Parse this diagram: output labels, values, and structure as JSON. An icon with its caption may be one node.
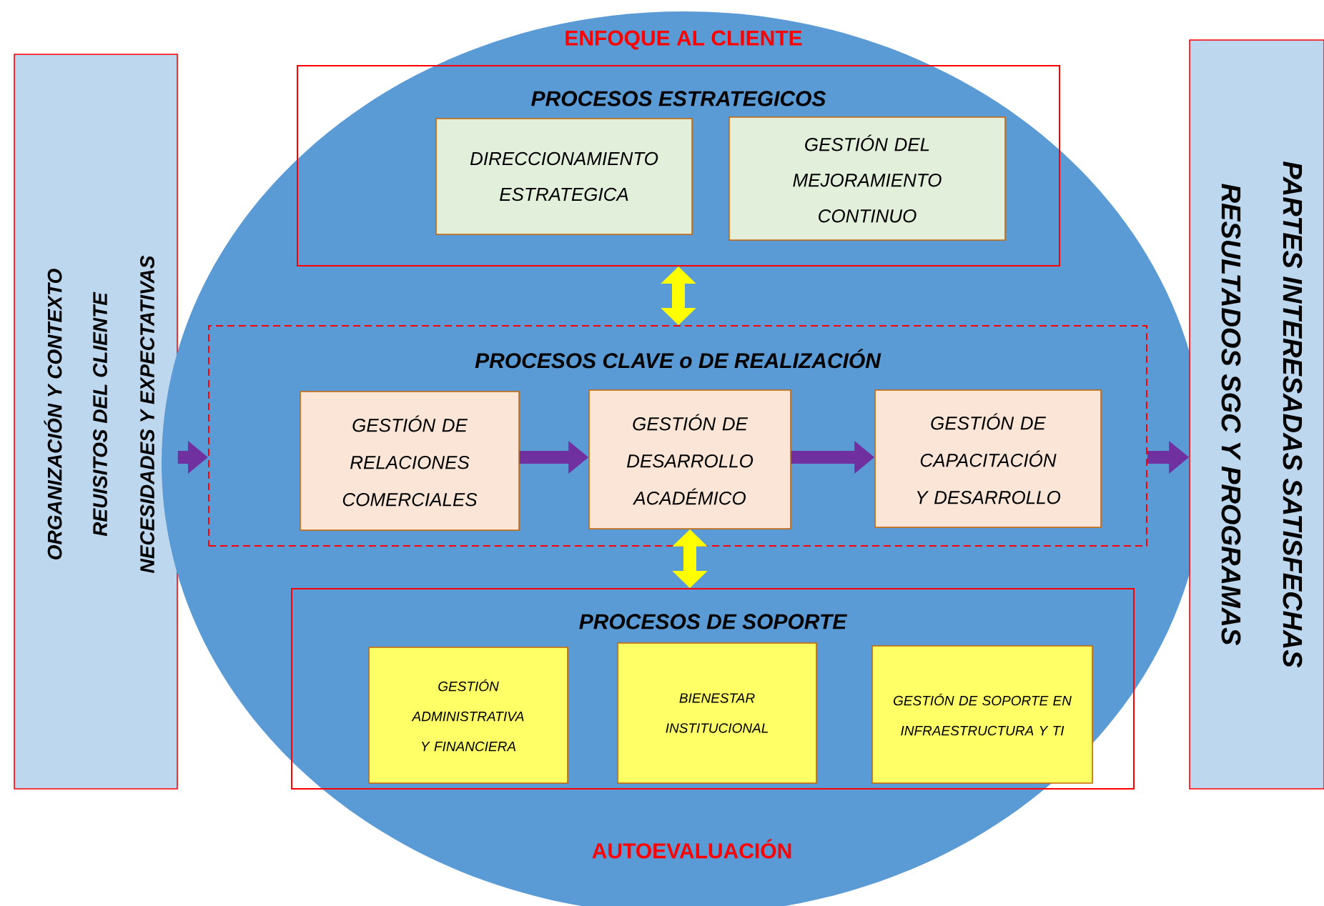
{
  "diagram": {
    "nodes": [
      {
        "text": [
          "ORGANIZACIÓN Y CONTEXTO",
          "REUISITOS DEL CLIENTE",
          "NECESIDADES Y EXPECTATIVAS"
        ]
      },
      {
        "text": [
          "ENFOQUE AL CLIENTE",
          "AUTOEVALUACIÓN"
        ]
      },
      {
        "text": [
          "PROCESOS ESTRATEGICOS"
        ],
        "in": 1
      },
      {
        "text": [
          "DIRECCIONAMIENTO ESTRATEGICA"
        ],
        "in": 2
      },
      {
        "text": [
          "GESTIÓN DEL MEJORAMIENTO CONTINUO"
        ],
        "in": 2
      },
      {
        "text": [
          "PROCESOS CLAVE o DE REALIZACIÓN"
        ],
        "in": 1
      },
      {
        "text": [
          "GESTIÓN DE RELACIONES COMERCIALES"
        ],
        "in": 5
      },
      {
        "text": [
          "GESTIÓN DE DESARROLLO ACADÉMICO"
        ],
        "in": 5
      },
      {
        "text": [
          "GESTIÓN DE CAPACITACIÓN Y DESARROLLO"
        ],
        "in": 5
      },
      {
        "text": [
          "PROCESOS DE SOPORTE"
        ],
        "in": 1
      },
      {
        "text": [
          "GESTIÓN ADMINISTRATIVA Y FINANCIERA"
        ],
        "in": 9
      },
      {
        "text": [
          "BIENESTAR INSTITUCIONAL"
        ],
        "in": 9
      },
      {
        "text": [
          "GESTIÓN DE SOPORTE EN INFRAESTRUCTURA Y TI"
        ],
        "in": 9
      },
      {
        "text": [
          "PARTES INTERESADAS SATISFECHAS",
          "RESULTADOS SGC Y PROGRAMAS"
        ]
      }
    ],
    "edges": [
      {
        "from": 0,
        "to": 5,
        "arrow": "to"
      },
      {
        "from": 2,
        "to": 5,
        "arrow": "both",
        "color": "#ffff00"
      },
      {
        "from": 6,
        "to": 7,
        "arrow": "to"
      },
      {
        "from": 7,
        "to": 8,
        "arrow": "to"
      },
      {
        "from": 7,
        "to": 9,
        "arrow": "both",
        "color": "#ffff00"
      },
      {
        "from": 5,
        "to": 13,
        "arrow": "to"
      }
    ]
  }
}
